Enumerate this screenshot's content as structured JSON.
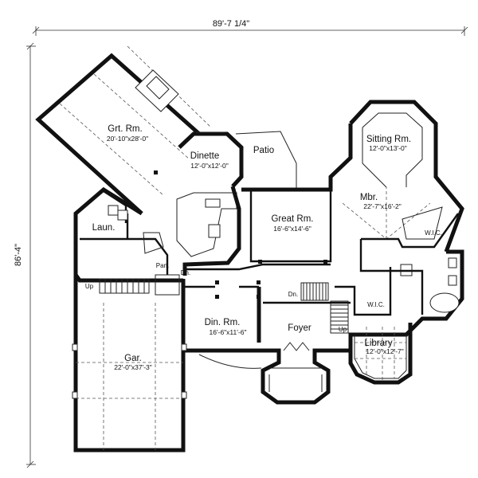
{
  "dimensions": {
    "width": "89'-7 1/4\"",
    "depth": "86'-4\""
  },
  "rooms": {
    "great_room_angled": {
      "name": "Grt. Rm.",
      "size": "20'-10\"x28'-0\""
    },
    "dinette": {
      "name": "Dinette",
      "size": "12'-0\"x12'-0\""
    },
    "patio": {
      "name": "Patio"
    },
    "sitting_room": {
      "name": "Sitting Rm.",
      "size": "12'-0\"x13'-0\""
    },
    "master_bedroom": {
      "name": "Mbr.",
      "size": "22'-7\"x16'-2\""
    },
    "great_room": {
      "name": "Great Rm.",
      "size": "16'-6\"x14'-6\""
    },
    "laundry": {
      "name": "Laun."
    },
    "pantry": {
      "name": "Pan."
    },
    "master_wic": {
      "name": "W.I.C."
    },
    "second_wic": {
      "name": "W.I.C."
    },
    "dining_room": {
      "name": "Din. Rm.",
      "size": "16'-6\"x11'-6\""
    },
    "foyer": {
      "name": "Foyer"
    },
    "library": {
      "name": "Library",
      "size": "12'-0\"x12'-7\""
    },
    "garage": {
      "name": "Gar.",
      "size": "22'-0\"x37'-3\""
    }
  },
  "stairs": {
    "up_west": "Up",
    "down_kitchen": "Dn.",
    "down_foyer": "Dn.",
    "up_foyer": "Up"
  }
}
